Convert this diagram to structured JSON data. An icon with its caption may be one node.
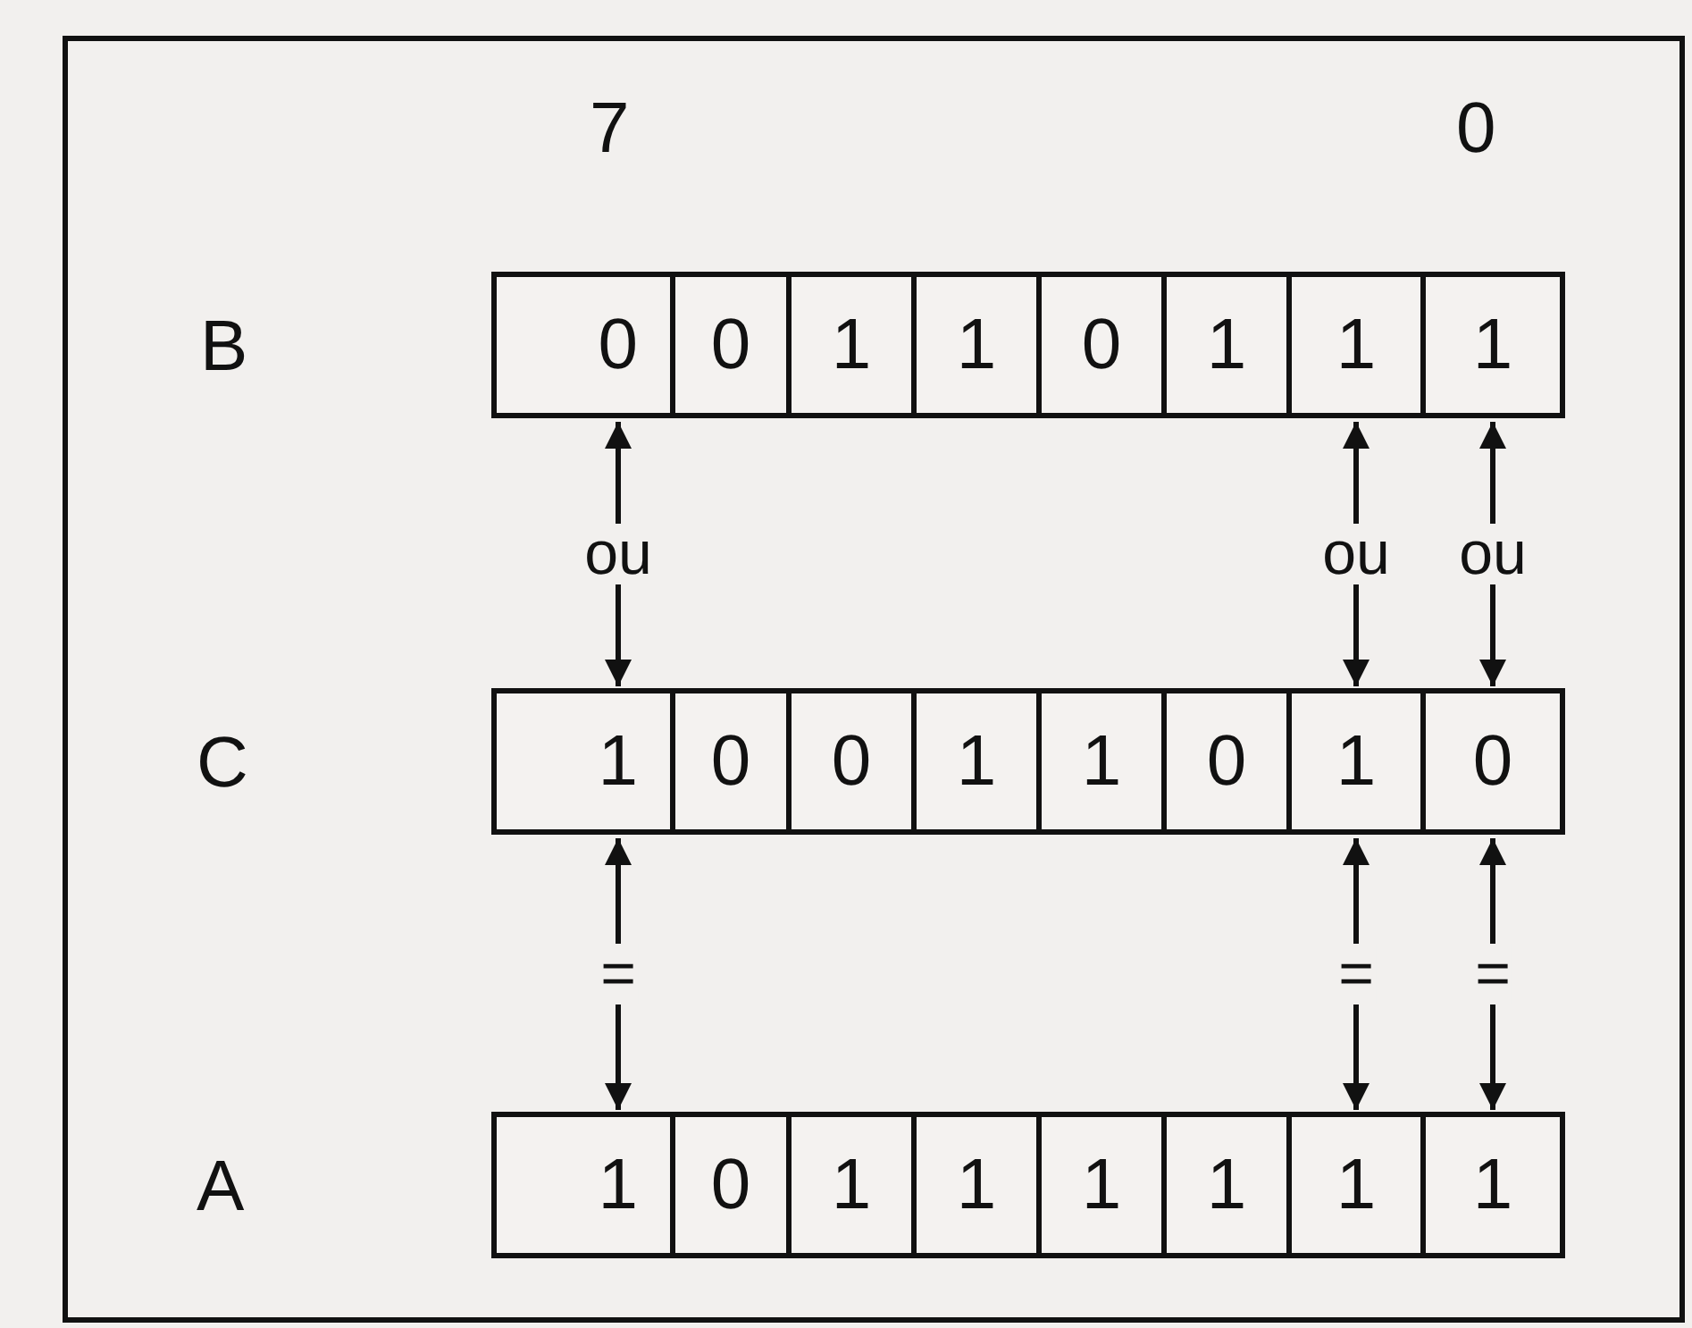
{
  "diagram": {
    "nodes": [
      {
        "text": [
          "0"
        ]
      },
      {
        "text": [
          "0"
        ]
      },
      {
        "text": [
          "1"
        ]
      },
      {
        "text": [
          "1"
        ]
      },
      {
        "text": [
          "0"
        ]
      },
      {
        "text": [
          "1"
        ]
      },
      {
        "text": [
          "1"
        ]
      },
      {
        "text": [
          "1"
        ]
      },
      {
        "text": [
          "1"
        ]
      },
      {
        "text": [
          "0"
        ]
      },
      {
        "text": [
          "0"
        ]
      },
      {
        "text": [
          "1"
        ]
      },
      {
        "text": [
          "1"
        ]
      },
      {
        "text": [
          "0"
        ]
      },
      {
        "text": [
          "1"
        ]
      },
      {
        "text": [
          "0"
        ]
      },
      {
        "text": [
          "1"
        ]
      },
      {
        "text": [
          "0"
        ]
      },
      {
        "text": [
          "1"
        ]
      },
      {
        "text": [
          "1"
        ]
      },
      {
        "text": [
          "1"
        ]
      },
      {
        "text": [
          "1"
        ]
      },
      {
        "text": [
          "1"
        ]
      },
      {
        "text": [
          "1"
        ]
      }
    ],
    "edges": [
      {
        "from": 0,
        "to": 8,
        "arrow": "both",
        "label": "ou"
      },
      {
        "from": 6,
        "to": 14,
        "arrow": "both",
        "label": "ou"
      },
      {
        "from": 7,
        "to": 15,
        "arrow": "both",
        "label": "ou"
      },
      {
        "from": 8,
        "to": 16,
        "arrow": "both",
        "label": "="
      },
      {
        "from": 14,
        "to": 22,
        "arrow": "both",
        "label": "="
      },
      {
        "from": 15,
        "to": 23,
        "arrow": "both",
        "label": "="
      }
    ],
    "labels": [
      "7",
      "0",
      "B",
      "C",
      "A"
    ]
  }
}
